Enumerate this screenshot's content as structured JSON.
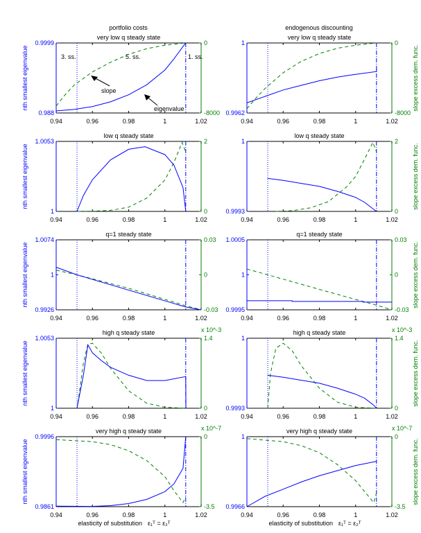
{
  "colors": {
    "left_axis": "#0000ff",
    "right_axis": "#007f00",
    "frame": "#000000"
  },
  "chart_data": {
    "type": "line",
    "xlabel": "elasticity of substitution",
    "xlabel_math": "ε₁ᵀ = ε₂ᵀ",
    "xlim": [
      0.94,
      1.02
    ],
    "xticks": [
      "0.94",
      "0.96",
      "0.98",
      "1",
      "1.02"
    ],
    "vlines": [
      {
        "x": 0.9515,
        "style": "dotted"
      },
      {
        "x": 1.0115,
        "style": "dash-dot"
      }
    ],
    "column_titles": [
      "portfolio costs",
      "endogenous discounting"
    ],
    "left_ylabel": "nth smallest eigenvalue",
    "right_ylabel": "slope excess dem. func.",
    "panels": [
      {
        "title": "very low q steady state",
        "row": 0,
        "col": 0,
        "ylim_left": [
          0.988,
          0.9999
        ],
        "ylim_right": [
          -8000,
          0
        ],
        "left_ticks": [
          "0.988",
          "0.9999"
        ],
        "right_ticks": [
          "-8000",
          "0"
        ],
        "eigenvalue": [
          [
            0.94,
            0.98835
          ],
          [
            0.95,
            0.9886
          ],
          [
            0.96,
            0.9891
          ],
          [
            0.97,
            0.9899
          ],
          [
            0.98,
            0.9911
          ],
          [
            0.99,
            0.9928
          ],
          [
            1.0,
            0.9953
          ],
          [
            1.005,
            0.9972
          ],
          [
            1.01,
            0.9993
          ],
          [
            1.0115,
            0.9999
          ]
        ],
        "slope": [
          [
            0.94,
            -7200
          ],
          [
            0.945,
            -5900
          ],
          [
            0.95,
            -4800
          ],
          [
            0.96,
            -3300
          ],
          [
            0.97,
            -2200
          ],
          [
            0.98,
            -1300
          ],
          [
            0.99,
            -650
          ],
          [
            1.0,
            -250
          ],
          [
            1.0115,
            0
          ]
        ],
        "annotations": [
          "3. ss.",
          "5. ss.",
          "1. ss.",
          "slope",
          "eigenvalue"
        ]
      },
      {
        "title": "very low q steady state",
        "row": 0,
        "col": 1,
        "ylim_left": [
          0.9962,
          1
        ],
        "ylim_right": [
          -8000,
          0
        ],
        "left_ticks": [
          "0.9962",
          "1"
        ],
        "right_ticks": [
          "-8000",
          "0"
        ],
        "eigenvalue": [
          [
            0.94,
            0.99675
          ],
          [
            0.95,
            0.9971
          ],
          [
            0.96,
            0.99745
          ],
          [
            0.97,
            0.9977
          ],
          [
            0.98,
            0.99795
          ],
          [
            0.99,
            0.99815
          ],
          [
            1.0,
            0.9983
          ],
          [
            1.0115,
            0.99845
          ],
          [
            1.0116,
            0.9986
          ]
        ],
        "slope": [
          [
            0.94,
            -7500
          ],
          [
            0.945,
            -6300
          ],
          [
            0.95,
            -5200
          ],
          [
            0.96,
            -3400
          ],
          [
            0.97,
            -2100
          ],
          [
            0.98,
            -1200
          ],
          [
            0.99,
            -600
          ],
          [
            1.0,
            -250
          ],
          [
            1.0115,
            0
          ]
        ]
      },
      {
        "title": "low q steady state",
        "row": 1,
        "col": 0,
        "ylim_left": [
          1,
          1.0053
        ],
        "ylim_right": [
          0,
          2
        ],
        "left_ticks": [
          "1",
          "1.0053"
        ],
        "right_ticks": [
          "0",
          "2"
        ],
        "eigenvalue": [
          [
            0.9515,
            1.0
          ],
          [
            0.955,
            1.0012
          ],
          [
            0.96,
            1.0024
          ],
          [
            0.97,
            1.0039
          ],
          [
            0.98,
            1.0047
          ],
          [
            0.989,
            1.0049
          ],
          [
            1.0,
            1.0043
          ],
          [
            1.005,
            1.0035
          ],
          [
            1.01,
            1.0018
          ],
          [
            1.0115,
            1.0
          ]
        ],
        "slope": [
          [
            0.952,
            0
          ],
          [
            0.96,
            0.005
          ],
          [
            0.97,
            0.03
          ],
          [
            0.98,
            0.12
          ],
          [
            0.99,
            0.38
          ],
          [
            1.0,
            0.9
          ],
          [
            1.005,
            1.4
          ],
          [
            1.0095,
            1.97
          ],
          [
            1.0115,
            1.7
          ]
        ]
      },
      {
        "title": "low q steady state",
        "row": 1,
        "col": 1,
        "ylim_left": [
          0.9993,
          1
        ],
        "ylim_right": [
          0,
          2
        ],
        "left_ticks": [
          "0.9993",
          "1"
        ],
        "right_ticks": [
          "0",
          "2"
        ],
        "eigenvalue": [
          [
            0.9515,
            0.99963
          ],
          [
            0.96,
            0.99961
          ],
          [
            0.97,
            0.99958
          ],
          [
            0.98,
            0.99955
          ],
          [
            0.99,
            0.9995
          ],
          [
            1.0,
            0.99944
          ],
          [
            1.005,
            0.99939
          ],
          [
            1.01,
            0.99932
          ],
          [
            1.0115,
            0.9993
          ]
        ],
        "slope": [
          [
            0.956,
            0
          ],
          [
            0.965,
            0.02
          ],
          [
            0.975,
            0.1
          ],
          [
            0.985,
            0.28
          ],
          [
            0.995,
            0.7
          ],
          [
            1.0,
            1.0
          ],
          [
            1.005,
            1.5
          ],
          [
            1.0095,
            1.97
          ],
          [
            1.0115,
            1.7
          ]
        ]
      },
      {
        "title": "q=1 steady state",
        "row": 2,
        "col": 0,
        "ylim_left": [
          0.9926,
          1.0074
        ],
        "ylim_right": [
          -0.03,
          0.03
        ],
        "left_ticks": [
          "0.9926",
          "1",
          "1.0074"
        ],
        "right_ticks": [
          "-0.03",
          "0",
          "0.03"
        ],
        "eigenvalue": [
          [
            0.94,
            1.0016
          ],
          [
            0.9515,
            1.0
          ],
          [
            1.0115,
            0.9932
          ],
          [
            1.02,
            0.9926
          ]
        ],
        "slope": [
          [
            0.94,
            0.004
          ],
          [
            0.9515,
            0.0
          ],
          [
            0.98,
            -0.0115
          ],
          [
            1.0115,
            -0.0265
          ],
          [
            1.02,
            -0.03
          ]
        ]
      },
      {
        "title": "q=1 steady state",
        "row": 2,
        "col": 1,
        "ylim_left": [
          0.9995,
          1.0005
        ],
        "ylim_right": [
          -0.03,
          0.03
        ],
        "left_ticks": [
          "0.9995",
          "1",
          "1.0005"
        ],
        "right_ticks": [
          "-0.03",
          "0",
          "0.03"
        ],
        "eigenvalue": [
          [
            0.94,
            0.99963
          ],
          [
            0.965,
            0.99963
          ],
          [
            0.965,
            0.99962
          ],
          [
            1.004,
            0.99962
          ],
          [
            1.004,
            0.99961
          ],
          [
            1.02,
            0.99961
          ]
        ],
        "slope": [
          [
            0.94,
            0.005
          ],
          [
            0.9515,
            0.0
          ],
          [
            0.98,
            -0.0125
          ],
          [
            1.0115,
            -0.026
          ],
          [
            1.02,
            -0.03
          ]
        ]
      },
      {
        "title": "high q steady state",
        "row": 3,
        "col": 0,
        "ylim_left": [
          1,
          1.0053
        ],
        "ylim_right": [
          0,
          1.4
        ],
        "left_ticks": [
          "1",
          "1.0053"
        ],
        "right_ticks": [
          "0",
          "1.4"
        ],
        "right_scale": "x 10^-3",
        "eigenvalue": [
          [
            0.9515,
            1.0
          ],
          [
            0.955,
            1.0025
          ],
          [
            0.9575,
            1.0048
          ],
          [
            0.96,
            1.0042
          ],
          [
            0.965,
            1.0036
          ],
          [
            0.97,
            1.0031
          ],
          [
            0.98,
            1.0025
          ],
          [
            0.99,
            1.0021
          ],
          [
            1.0,
            1.0021
          ],
          [
            1.0115,
            1.0024
          ],
          [
            1.0116,
            1.0
          ]
        ],
        "slope": [
          [
            0.952,
            0.1
          ],
          [
            0.955,
            0.9
          ],
          [
            0.9575,
            1.28
          ],
          [
            0.96,
            1.3
          ],
          [
            0.965,
            1.1
          ],
          [
            0.97,
            0.8
          ],
          [
            0.98,
            0.35
          ],
          [
            0.99,
            0.1
          ],
          [
            1.0,
            0.02
          ],
          [
            1.0115,
            0
          ]
        ]
      },
      {
        "title": "high q steady state",
        "row": 3,
        "col": 1,
        "ylim_left": [
          0.9993,
          1
        ],
        "ylim_right": [
          0,
          1.4
        ],
        "left_ticks": [
          "0.9993",
          "1"
        ],
        "right_ticks": [
          "0",
          "1.4"
        ],
        "right_scale": "x 10^-3",
        "eigenvalue": [
          [
            0.9515,
            0.99963
          ],
          [
            0.96,
            0.99961
          ],
          [
            0.97,
            0.99958
          ],
          [
            0.98,
            0.99955
          ],
          [
            0.99,
            0.9995
          ],
          [
            1.0,
            0.99944
          ],
          [
            1.005,
            0.9994
          ],
          [
            1.01,
            0.99933
          ],
          [
            1.0115,
            0.9993
          ]
        ],
        "slope": [
          [
            0.9515,
            0
          ],
          [
            0.953,
            0.7
          ],
          [
            0.956,
            1.2
          ],
          [
            0.96,
            1.3
          ],
          [
            0.965,
            1.15
          ],
          [
            0.97,
            0.85
          ],
          [
            0.98,
            0.4
          ],
          [
            0.99,
            0.12
          ],
          [
            1.0,
            0.02
          ],
          [
            1.0115,
            0
          ]
        ]
      },
      {
        "title": "very high q steady state",
        "row": 4,
        "col": 0,
        "ylim_left": [
          0.9861,
          0.9996
        ],
        "ylim_right": [
          -3.5,
          0
        ],
        "left_ticks": [
          "0.9861",
          "0.9996"
        ],
        "right_ticks": [
          "-3.5",
          "0"
        ],
        "right_scale": "x 10^-7",
        "eigenvalue": [
          [
            0.94,
            0.9862
          ],
          [
            0.96,
            0.98615
          ],
          [
            0.97,
            0.9863
          ],
          [
            0.98,
            0.9867
          ],
          [
            0.99,
            0.9875
          ],
          [
            1.0,
            0.989
          ],
          [
            1.005,
            0.9905
          ],
          [
            1.01,
            0.9935
          ],
          [
            1.0115,
            0.9996
          ]
        ],
        "slope": [
          [
            0.94,
            -0.15
          ],
          [
            0.96,
            -0.25
          ],
          [
            0.97,
            -0.4
          ],
          [
            0.98,
            -0.7
          ],
          [
            0.99,
            -1.2
          ],
          [
            1.0,
            -2.0
          ],
          [
            1.005,
            -2.7
          ],
          [
            1.01,
            -3.3
          ],
          [
            1.0115,
            -3.0
          ]
        ]
      },
      {
        "title": "very high q steady state",
        "row": 4,
        "col": 1,
        "ylim_left": [
          0.9966,
          1
        ],
        "ylim_right": [
          -3.5,
          0
        ],
        "left_ticks": [
          "0.9966",
          "1"
        ],
        "right_ticks": [
          "-3.5",
          "0"
        ],
        "right_scale": "x 10^-7",
        "eigenvalue": [
          [
            0.94,
            0.9966
          ],
          [
            0.95,
            0.9971
          ],
          [
            0.96,
            0.99745
          ],
          [
            0.97,
            0.9978
          ],
          [
            0.98,
            0.9981
          ],
          [
            0.99,
            0.99835
          ],
          [
            1.0,
            0.9986
          ],
          [
            1.0115,
            0.9988
          ]
        ],
        "slope": [
          [
            0.94,
            -0.1
          ],
          [
            0.96,
            -0.25
          ],
          [
            0.97,
            -0.45
          ],
          [
            0.98,
            -0.8
          ],
          [
            0.99,
            -1.4
          ],
          [
            1.0,
            -2.2
          ],
          [
            1.01,
            -3.3
          ],
          [
            1.0115,
            -2.8
          ]
        ]
      }
    ]
  }
}
